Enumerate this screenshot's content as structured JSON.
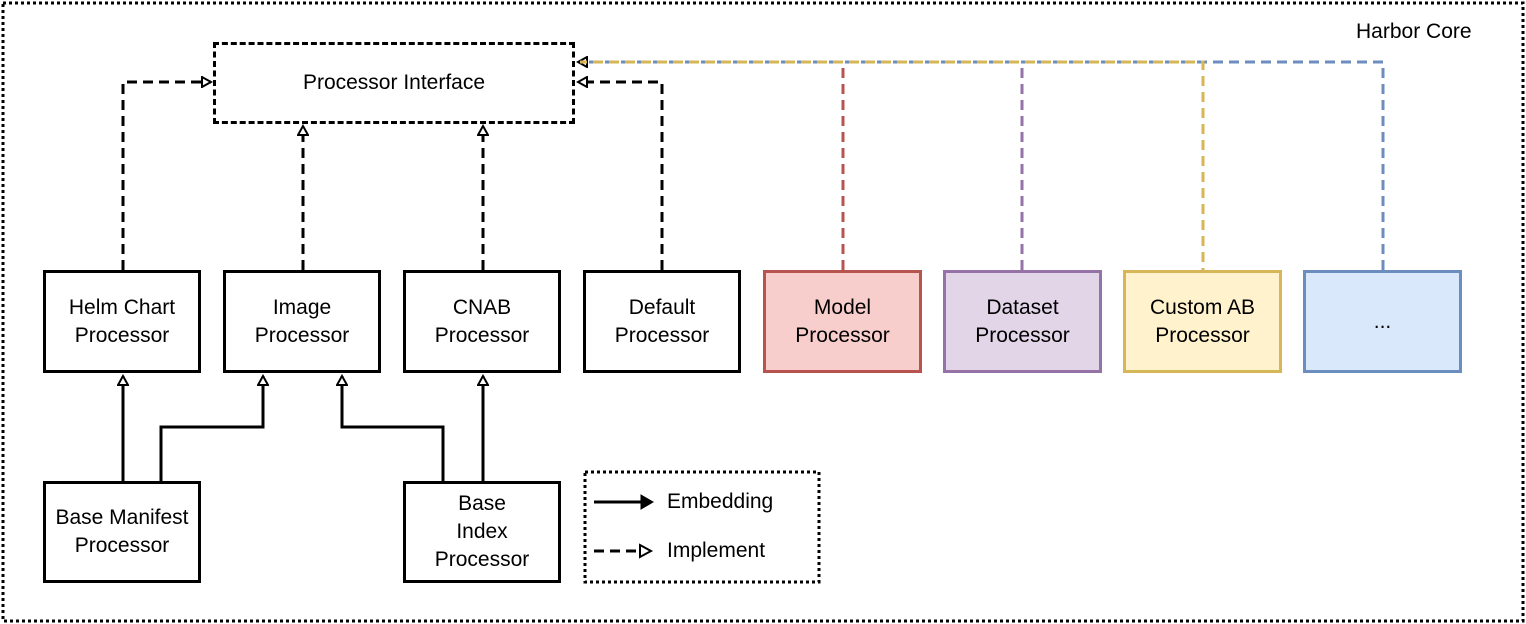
{
  "container": {
    "title": "Harbor Core"
  },
  "interface": {
    "label": "Processor Interface"
  },
  "processors": {
    "helm": "Helm Chart\nProcessor",
    "image": "Image\nProcessor",
    "cnab": "CNAB\nProcessor",
    "default": "Default\nProcessor",
    "model": "Model\nProcessor",
    "dataset": "Dataset\nProcessor",
    "custom_ab": "Custom AB\nProcessor",
    "more": "..."
  },
  "base": {
    "manifest": "Base Manifest\nProcessor",
    "index": "Base\nIndex\nProcessor"
  },
  "legend": {
    "embedding": "Embedding",
    "implement": "Implement"
  },
  "colors": {
    "model_stroke": "#b85450",
    "model_fill": "#f8cecc",
    "dataset_stroke": "#9673a6",
    "dataset_fill": "#e1d5e7",
    "custom_stroke": "#d6b656",
    "custom_fill": "#fff2cc",
    "more_stroke": "#6c8ebf",
    "more_fill": "#dae8fc"
  }
}
